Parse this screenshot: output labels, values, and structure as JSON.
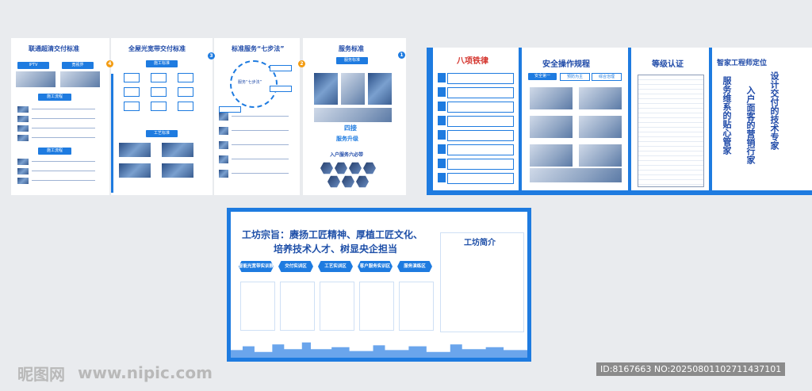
{
  "panel1": {
    "title": "联通超清交付标准",
    "box1": "IPTV",
    "box2": "宽视界",
    "section1": "施工流程",
    "section2": "施工流程"
  },
  "panel2": {
    "title": "全屋光宽带交付标准",
    "num": "4",
    "section1": "施工标准",
    "section2": "工艺标准"
  },
  "panel3": {
    "title": "标准服务“七步法”",
    "num": "3",
    "center": "服务“七步法”"
  },
  "panel4": {
    "title": "服务标准",
    "num": "2",
    "badge": "服务标准",
    "tagline1": "四接",
    "tagline2": "服务升级",
    "footer": "入户服务六必带"
  },
  "panel5": {
    "num": "1",
    "title": "八项铁律"
  },
  "panel6": {
    "title": "安全操作规程",
    "tabs": [
      "安全第一",
      "预防为主",
      "综合治理"
    ]
  },
  "panel7": {
    "title": "等级认证"
  },
  "panel8": {
    "title": "智家工程师定位",
    "col1": "服务维系的贴心管家",
    "col2": "入户面客的营销行家",
    "col3": "设计交付的技术专家"
  },
  "workshop": {
    "heading_line1": "工坊宗旨：赓扬工匠精神、厚植工匠文化、",
    "heading_line2": "培养技术人才、树显央企担当",
    "tabs": [
      "智能光宽带实训展示区",
      "交付实训区",
      "工艺实训区",
      "客户服务实训区",
      "服务演练区"
    ],
    "intro_title": "工坊简介"
  },
  "watermark": {
    "site": "昵图网",
    "url": "www.nipic.com",
    "id": "ID:8167663 NO:20250801102711437101"
  }
}
